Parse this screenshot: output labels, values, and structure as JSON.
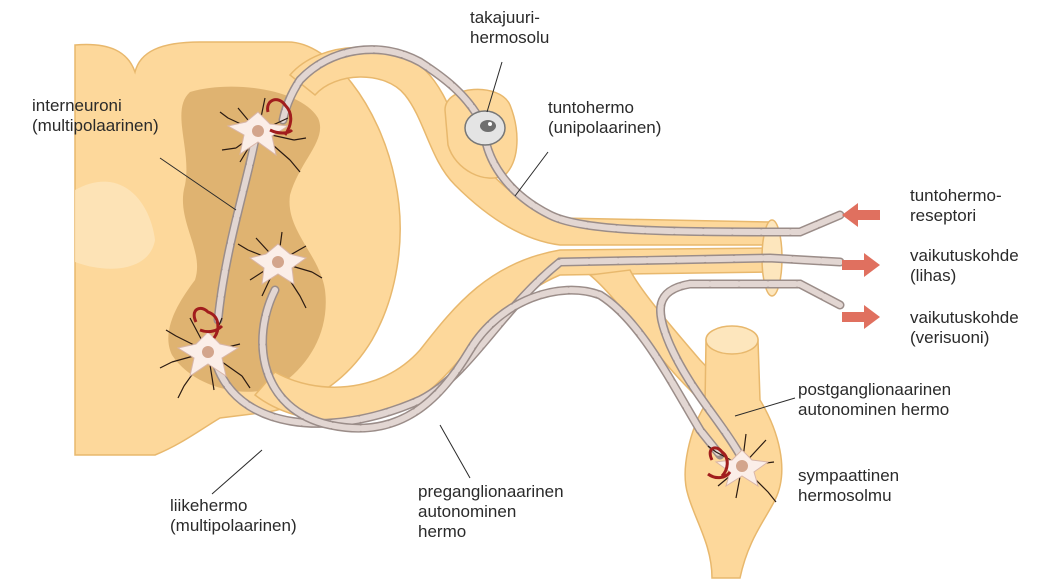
{
  "labels": {
    "interneuron": {
      "line1": "interneuroni",
      "line2": "(multipolaarinen)"
    },
    "dorsal_root": {
      "line1": "takajuuri-",
      "line2": "hermosolu"
    },
    "sensory": {
      "line1": "tuntohermo",
      "line2": "(unipolaarinen)"
    },
    "receptor": {
      "line1": "tuntohermo-",
      "line2": "reseptori"
    },
    "effector_muscle": {
      "line1": "vaikutuskohde",
      "line2": "(lihas)"
    },
    "effector_vessel": {
      "line1": "vaikutuskohde",
      "line2": "(verisuoni)"
    },
    "postganglionic": {
      "line1": "postganglionaarinen",
      "line2": "autonominen hermo"
    },
    "ganglion": {
      "line1": "sympaattinen",
      "line2": "hermosolmu"
    },
    "motor": {
      "line1": "liikehermo",
      "line2": "(multipolaarinen)"
    },
    "preganglionic": {
      "line1": "preganglionaarinen",
      "line2": "autonominen",
      "line3": "hermo"
    }
  },
  "colors": {
    "white_matter": "#fdd89b",
    "gray_matter": "#d9ad6a",
    "outline": "#e8b86d",
    "axon_fill": "#e2d6d2",
    "axon_stroke": "#9b8d89",
    "neuron_body": "#fbeee8",
    "nucleus": "#d3a58c",
    "dendrite": "#2b1b12",
    "synapse": "#a11d1d",
    "arrow": "#e0705f",
    "leader": "#2a2a2a"
  }
}
